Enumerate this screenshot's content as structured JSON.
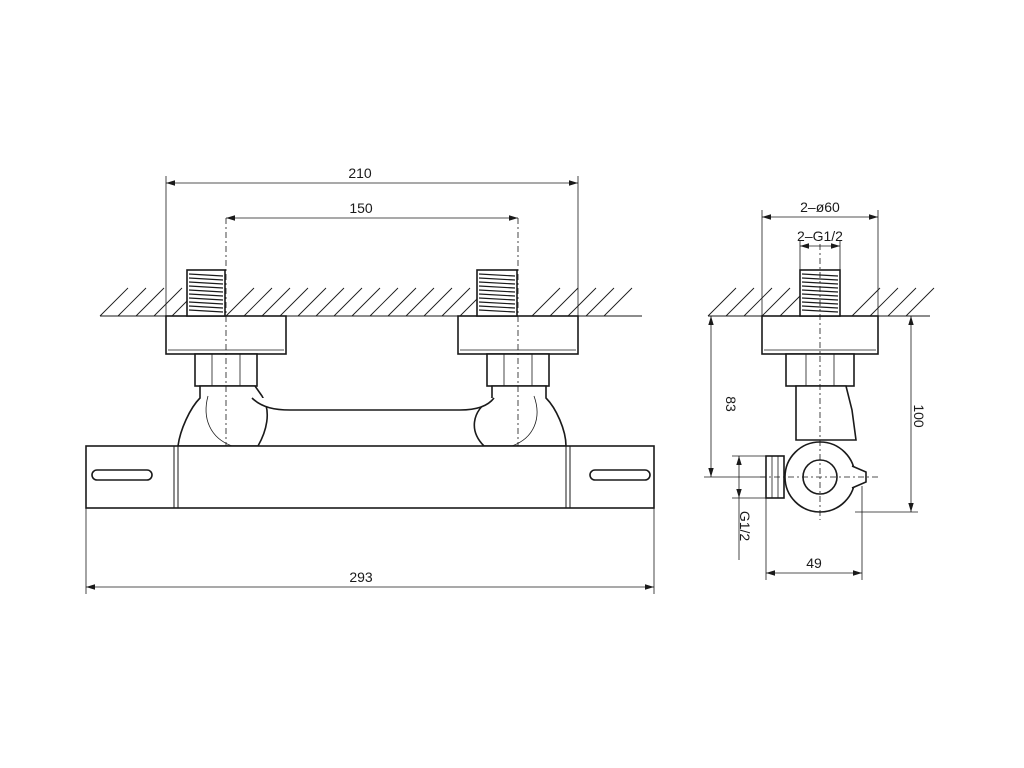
{
  "dimensions": {
    "center_distance_outer": "210",
    "center_distance_inlet": "150",
    "overall_length": "293",
    "flange_diameter": "2–ø60",
    "inlet_thread": "2–G1/2",
    "wall_to_outlet": "83",
    "wall_to_front": "100",
    "outlet_thread": "G1/2",
    "body_diameter": "49"
  },
  "colors": {
    "line": "#1a1a1a",
    "background": "#ffffff"
  }
}
